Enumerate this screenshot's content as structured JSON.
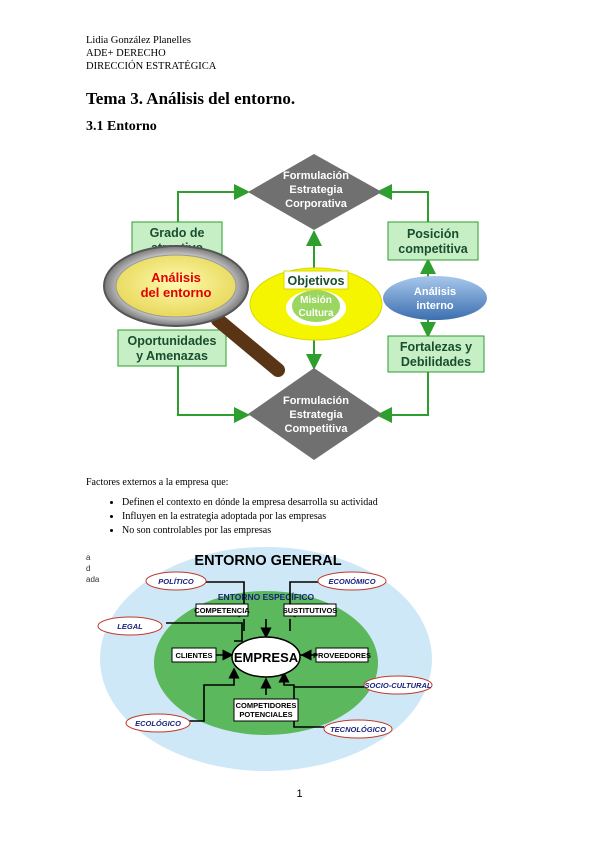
{
  "header": {
    "author": "Lidia González Planelles",
    "degree": "ADE+ DERECHO",
    "subject": "DIRECCIÓN ESTRATÉGICA"
  },
  "title": "Tema 3. Análisis del entorno.",
  "section": "3.1 Entorno",
  "diagram1": {
    "corporativa": [
      "Formulación",
      "Estrategia",
      "Corporativa"
    ],
    "competitiva": [
      "Formulación",
      "Estrategia",
      "Competitiva"
    ],
    "grado": [
      "Grado de",
      "atractivo"
    ],
    "posicion": [
      "Posición",
      "competitiva"
    ],
    "analisis_entorno": [
      "Análisis",
      "del entorno"
    ],
    "objetivos": "Objetivos",
    "mision": "Misión",
    "cultura": "Cultura",
    "analisis_interno": [
      "Análisis",
      "interno"
    ],
    "oportunidades": [
      "Oportunidades",
      "y Amenazas"
    ],
    "fortalezas": [
      "Fortalezas y",
      "Debilidades"
    ]
  },
  "intro": "Factores externos a la empresa que:",
  "bullets": [
    "Definen el contexto en dónde la empresa desarrolla su actividad",
    "Influyen en la estrategia adoptada por las empresas",
    "No son controlables por las empresas"
  ],
  "fragments": [
    "a",
    "d",
    "ada"
  ],
  "diagram2": {
    "title": "ENTORNO GENERAL",
    "specific": "ENTORNO ESPECÍFICO",
    "politico": "POLÍTICO",
    "economico": "ECONÓMICO",
    "legal": "LEGAL",
    "sociocultural": "SOCIO-CULTURAL",
    "ecologico": "ECOLÓGICO",
    "tecnologico": "TECNOLÓGICO",
    "competencia": "COMPETENCIA",
    "sustitutivos": "SUSTITUTIVOS",
    "clientes": "CLIENTES",
    "empresa": "EMPRESA",
    "proveedores": "PROVEEDORES",
    "competidores": [
      "COMPETIDORES",
      "POTENCIALES"
    ]
  },
  "page_number": "1",
  "colors": {
    "green_box": "#c6efc6",
    "green_line": "#2e9e2e",
    "diamond": "#707070",
    "yellow": "#f5f500",
    "light_blue": "#cfe8f7",
    "spec_green": "#5cb85c"
  }
}
